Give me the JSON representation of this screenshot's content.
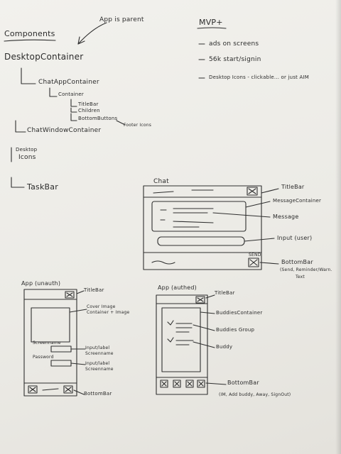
{
  "notes": {
    "app_is_parent": "App is parent",
    "components_heading": "Components",
    "desktop_container": "DesktopContainer",
    "chat_app_container": "ChatAppContainer",
    "container": "Container",
    "title_bar": "TitleBar",
    "children": "Children",
    "bottom_buttons": "BottomButtons",
    "footer_icons": "Footer Icons",
    "chat_window_container": "ChatWindowContainer",
    "desktop_icons_line1": "Desktop",
    "desktop_icons_line2": "Icons",
    "taskbar": "TaskBar"
  },
  "mvp": {
    "heading": "MVP+",
    "items": [
      "ads on screens",
      "56k start/signin",
      "Desktop Icons - clickable... or just AIM"
    ]
  },
  "chat_sketch": {
    "title": "Chat",
    "labels": {
      "title_bar": "TitleBar",
      "message_container": "MessageContainer",
      "message": "Message",
      "input": "Input (user)",
      "send": "SEND",
      "bottom_bar": "BottomBar",
      "bottom_bar_note_1": "(Send, Reminder/Warn.",
      "bottom_bar_note_2": "Text"
    }
  },
  "unauth_sketch": {
    "title": "App (unauth)",
    "labels": {
      "title_bar": "TitleBar",
      "cover_image_1": "Cover Image",
      "cover_image_2": "Container + Image",
      "screenname": "Screenname",
      "password": "Password",
      "input_label_1": "Input/label",
      "input_label_1b": "Screenname",
      "input_label_2": "Input/label",
      "input_label_2b": "Screenname",
      "bottom_bar": "BottomBar"
    }
  },
  "authed_sketch": {
    "title": "App (authed)",
    "labels": {
      "title_bar": "TitleBar",
      "buddies_container": "BuddiesContainer",
      "buddies_group": "Buddies Group",
      "buddy": "Buddy",
      "bottom_bar": "BottomBar",
      "bottom_bar_note": "(IM, Add buddy, Away, SignOut)"
    }
  }
}
